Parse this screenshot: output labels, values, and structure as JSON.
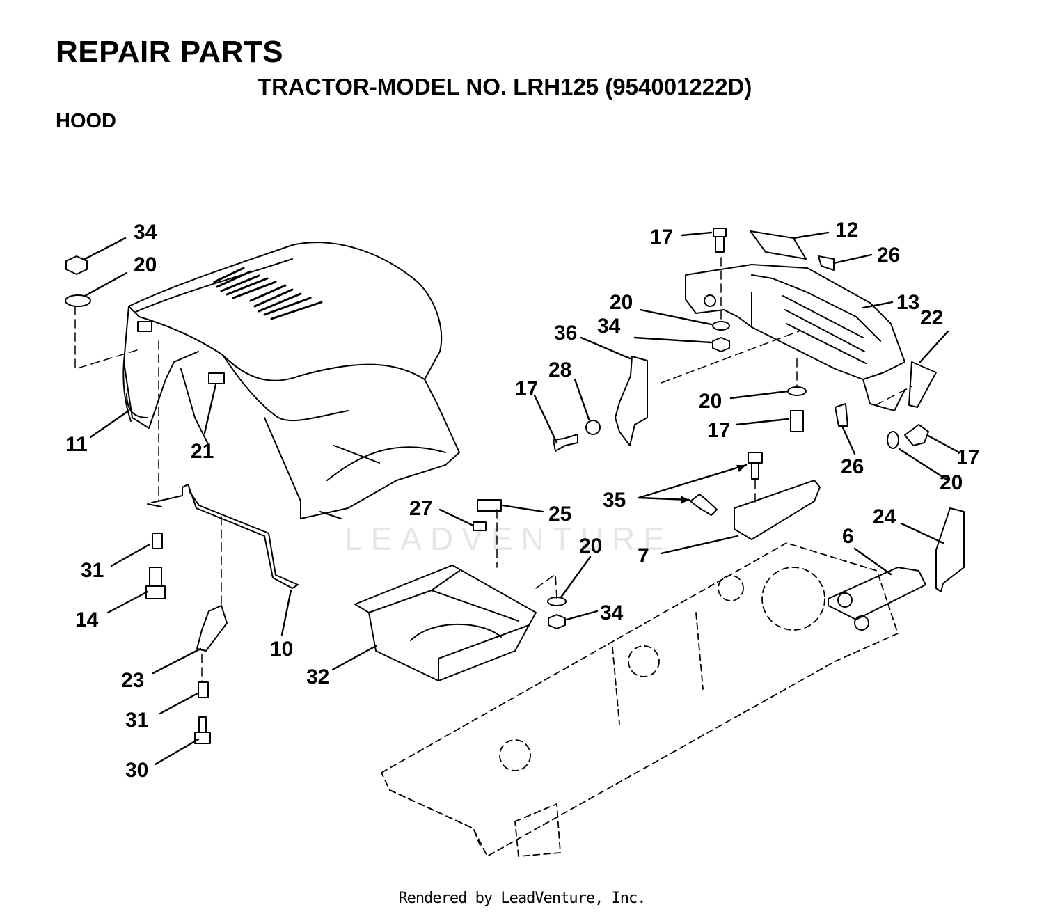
{
  "header": {
    "title": "REPAIR PARTS",
    "model": "TRACTOR-MODEL NO. LRH125 (954001222D)",
    "section": "HOOD"
  },
  "watermark": "LEADVENTURE",
  "footer": "Rendered by LeadVenture, Inc.",
  "callouts": [
    "34",
    "20",
    "11",
    "21",
    "31",
    "14",
    "10",
    "23",
    "31",
    "30",
    "17",
    "12",
    "26",
    "13",
    "20",
    "34",
    "36",
    "28",
    "17",
    "20",
    "17",
    "22",
    "26",
    "17",
    "20",
    "35",
    "7",
    "27",
    "25",
    "20",
    "34",
    "32",
    "24",
    "6"
  ],
  "colors": {
    "ink": "#000000",
    "watermark": "#e6e6e6",
    "background": "#ffffff"
  }
}
